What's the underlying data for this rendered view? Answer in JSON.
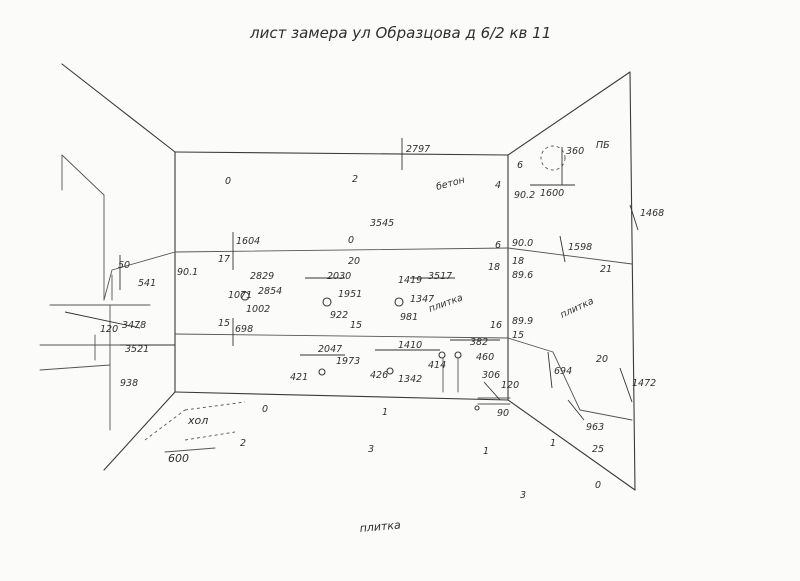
{
  "title": "лист замера ул Образцова д 6/2 кв 11",
  "labels": {
    "ceiling_height": "2797",
    "beton": "бетон",
    "back_width_upper": "3545",
    "back_width_lower": "3517",
    "tile_right": "плитка",
    "tile_back": "плитка",
    "tile_floor": "плитка",
    "hol": "хол",
    "door_width": "600",
    "left_541": "541",
    "left_3478": "3478",
    "left_3521": "3521",
    "left_938": "938",
    "left_120": "120",
    "left_50": "50",
    "left_90_1": "90.1",
    "h_1604": "1604",
    "h_17": "17",
    "h_698": "698",
    "h_15": "15",
    "socket1_x": "2829",
    "socket1_y": "1071",
    "socket1_d": "2854",
    "socket1_h": "1002",
    "socket2_x": "2030",
    "socket2_d": "1951",
    "socket2_h": "922",
    "socket3_x": "1419",
    "socket3_d": "1347",
    "socket3_h": "981",
    "pipe1_x": "2047",
    "pipe1_d": "1973",
    "pipe1_h": "421",
    "pipe2_x": "1410",
    "pipe2_d": "1342",
    "pipe2_h": "426",
    "pipe3_h": "414",
    "pipe4_x": "382",
    "pipe4_d": "306",
    "pipe4_l": "460",
    "drain_120": "120",
    "drain_90": "90",
    "r_6": "6",
    "r_4": "4",
    "r_90_2": "90.2",
    "r_1600": "1600",
    "r_360": "360",
    "r_pb": "ПБ",
    "r_1468": "1468",
    "r_1598": "1598",
    "r_90_0": "90.0",
    "r_89_6": "89.6",
    "r_18": "18",
    "r_18b": "18",
    "r_89_9": "89.9",
    "r_16": "16",
    "r_15": "15",
    "r_21": "21",
    "r_1472": "1472",
    "r_694": "694",
    "r_20": "20",
    "r_963": "963",
    "r_25": "25",
    "n_0a": "0",
    "n_2a": "2",
    "n_0b": "0",
    "n_20": "20",
    "n_15": "15",
    "n_0c": "0",
    "n_1a": "1",
    "n_2b": "2",
    "n_3a": "3",
    "n_1b": "1",
    "n_1c": "1",
    "n_3b": "3",
    "n_0d": "0"
  }
}
